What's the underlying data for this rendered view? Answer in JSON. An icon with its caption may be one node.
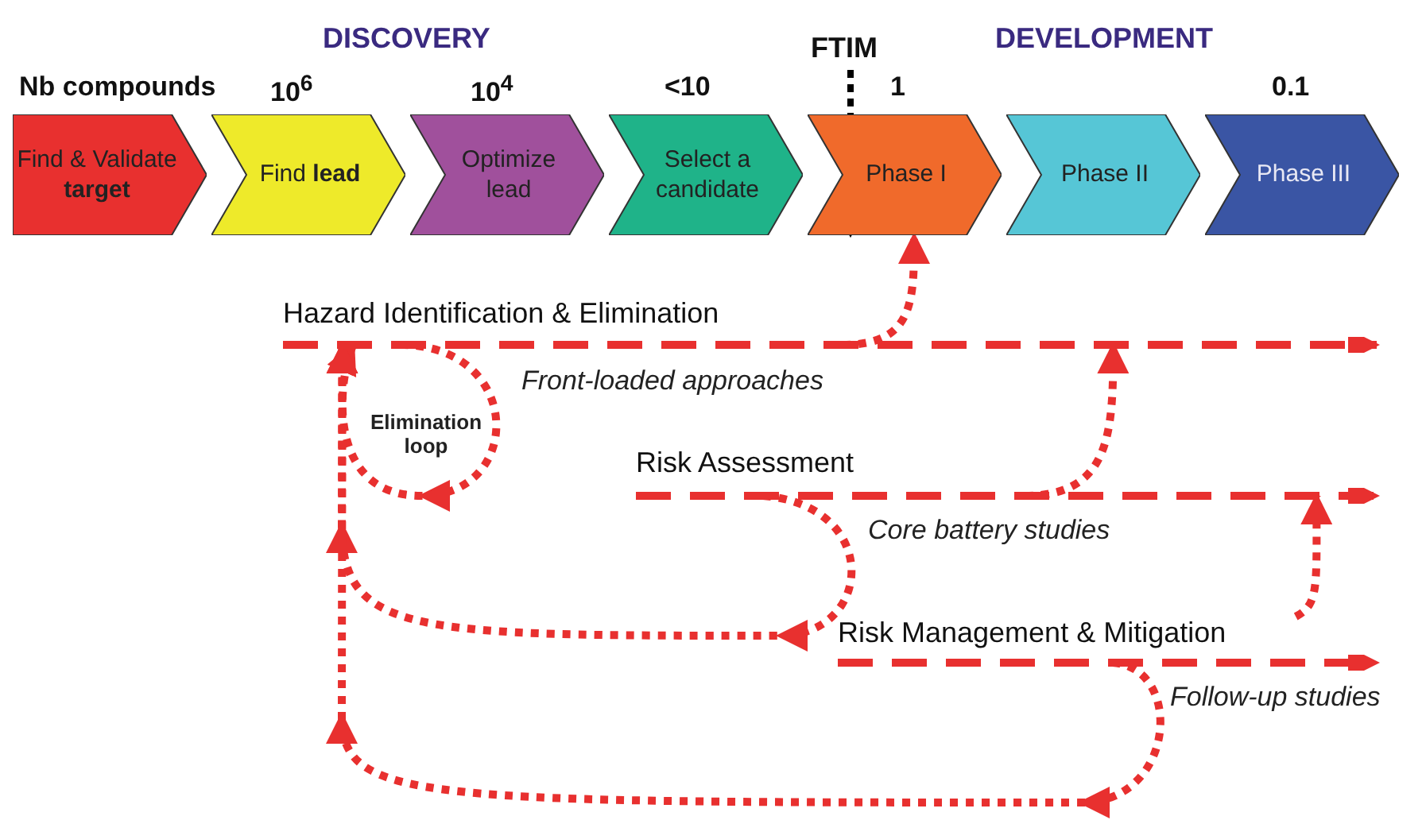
{
  "diagram": {
    "nodes": [
      {
        "text": [
          "Find & Validate **target**"
        ]
      },
      {
        "text": [
          "Find **lead**"
        ],
        "beside": [
          "10$^{6}$"
        ]
      },
      {
        "text": [
          "Optimize lead"
        ],
        "beside": [
          "10$^{4}$"
        ]
      },
      {
        "text": [
          "Select a candidate"
        ],
        "beside": [
          "<10"
        ]
      },
      {
        "text": [
          "Phase I"
        ],
        "beside": [
          "1"
        ]
      },
      {
        "text": [
          "Phase II"
        ]
      },
      {
        "text": [
          "Phase III"
        ],
        "beside": [
          "0.1"
        ]
      },
      {
        "text": [
          "FTIM"
        ]
      },
      {
        "text": [
          "Hazard Identification & Elimination"
        ],
        "beside": [
          "Front-loaded approaches"
        ]
      },
      {
        "text": [
          "Risk Assessment"
        ],
        "beside": [
          "Core battery studies"
        ]
      },
      {
        "text": [
          "Risk Management & Mitigation"
        ],
        "beside": [
          "Follow-up studies"
        ]
      }
    ],
    "edges": [
      {
        "from": 7,
        "to": 4,
        "arrow": "to",
        "style": "dashed",
        "color": "#000000"
      },
      {
        "from": 8,
        "to": 4,
        "arrow": "to",
        "style": "dashed"
      },
      {
        "from": 9,
        "to": 8,
        "arrow": "to",
        "style": "dashed"
      },
      {
        "from": 10,
        "to": 9,
        "arrow": "to",
        "style": "dashed"
      },
      {
        "from": 8,
        "to": 8,
        "arrow": "to",
        "style": "dashed"
      },
      {
        "from": 9,
        "to": 8,
        "arrow": "to",
        "style": "dashed"
      },
      {
        "from": 10,
        "to": 8,
        "arrow": "to",
        "style": "dashed"
      }
    ],
    "labels": [
      "DISCOVERY",
      "DEVELOPMENT",
      "Nb compounds",
      "Elimination loop"
    ]
  }
}
